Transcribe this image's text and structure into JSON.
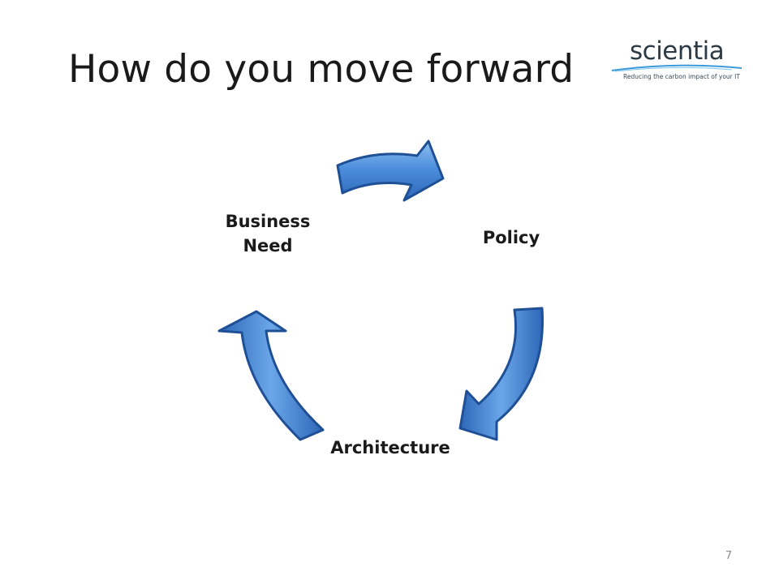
{
  "slide": {
    "title": "How do you move forward",
    "page_number": "7"
  },
  "logo": {
    "name": "scientia",
    "tagline": "Reducing the carbon impact of your IT"
  },
  "cycle": {
    "nodes": [
      {
        "label": "Business\nNeed"
      },
      {
        "label": "Policy"
      },
      {
        "label": "Architecture"
      }
    ],
    "arrow_color": "#3f7fd0",
    "arrow_edge_color": "#1f4f95"
  }
}
